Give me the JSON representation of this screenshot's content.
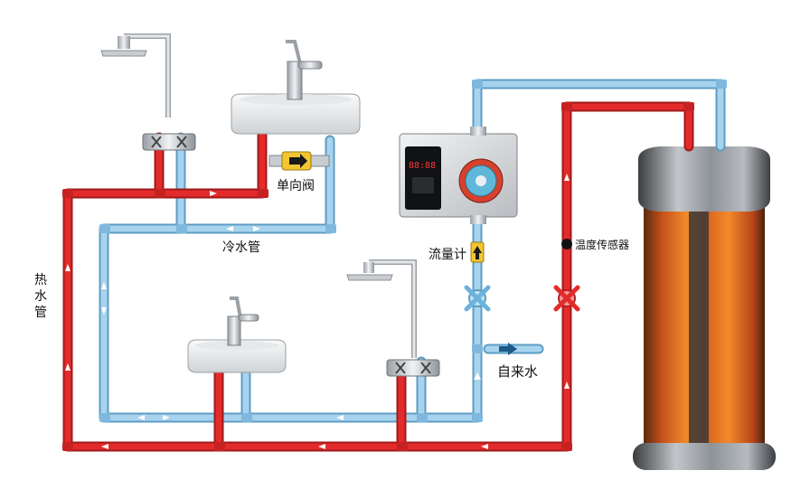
{
  "labels": {
    "check_valve": "单向阀",
    "cold_pipe": "冷水管",
    "hot_pipe": [
      "热",
      "水",
      "管"
    ],
    "flow_meter": "流量计",
    "temp_sensor": "温度传感器",
    "tap_water": "自来水"
  },
  "colors": {
    "hot": "#e32b2b",
    "cold": "#a8d3ee",
    "cold_edge": "#5e9cc4",
    "tank_core": "#e0701e",
    "tank_cap": "#8a8f94",
    "valve_body": "#f2c531",
    "x_valve_hot": "#e32b2b",
    "x_valve_cold": "#8ecbea"
  },
  "icons": {
    "shower_head": "shower-head-icon",
    "faucet": "faucet-icon",
    "x_valve": "x-valve-icon",
    "arrow": "flow-arrow-icon",
    "sensor": "sensor-dot-icon",
    "display": "digital-display-icon"
  },
  "controller": {
    "display_text": "88:88"
  }
}
